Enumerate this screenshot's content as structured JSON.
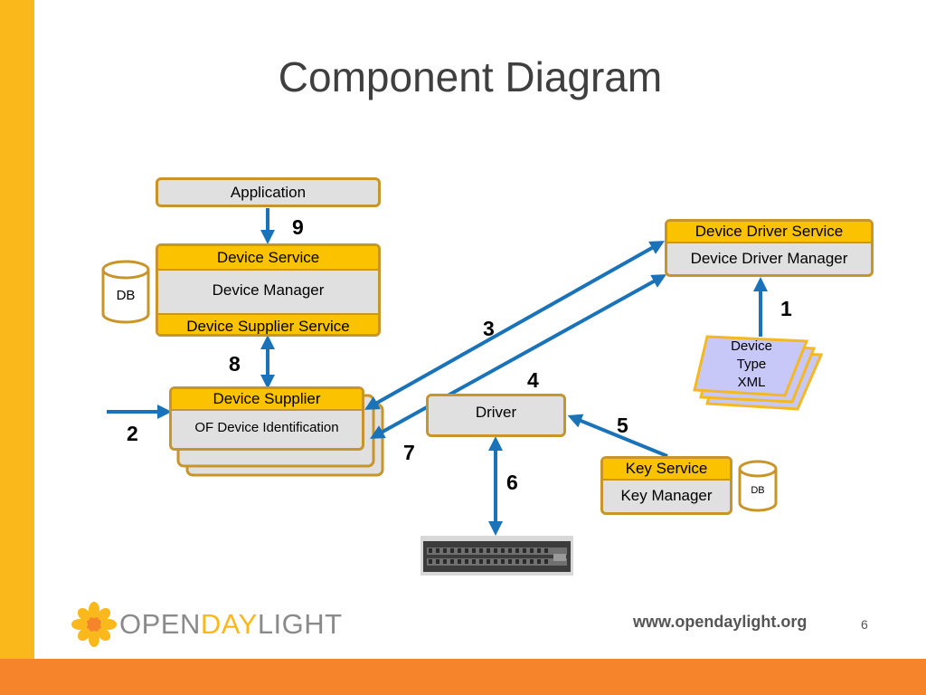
{
  "title": "Component Diagram",
  "application": {
    "label": "Application"
  },
  "device_service_group": {
    "service": "Device Service",
    "manager": "Device Manager",
    "supplier_service": "Device Supplier Service"
  },
  "db_left": {
    "label": "DB"
  },
  "device_supplier_group": {
    "header": "Device Supplier",
    "body": "OF Device Identification"
  },
  "driver": {
    "label": "Driver"
  },
  "device_driver_group": {
    "service": "Device Driver Service",
    "manager": "Device Driver Manager"
  },
  "device_type_xml": {
    "line1": "Device",
    "line2": "Type",
    "line3": "XML"
  },
  "key_group": {
    "service": "Key Service",
    "manager": "Key Manager"
  },
  "db_right": {
    "label": "DB"
  },
  "steps": {
    "s1": "1",
    "s2": "2",
    "s3": "3",
    "s4": "4",
    "s5": "5",
    "s6": "6",
    "s7": "7",
    "s8": "8",
    "s9": "9"
  },
  "footer": {
    "logo_open": "OPEN",
    "logo_day": "DAY",
    "logo_light": "LIGHT",
    "url": "www.opendaylight.org",
    "page_number": "6"
  },
  "colors": {
    "accent_yellow": "#fbb81a",
    "accent_orange": "#f6842a",
    "box_header": "#fbc200",
    "box_border": "#c8952a",
    "box_body": "#e0e0e0",
    "arrow": "#1a73b8",
    "xml_paper": "#c8c8f8"
  }
}
